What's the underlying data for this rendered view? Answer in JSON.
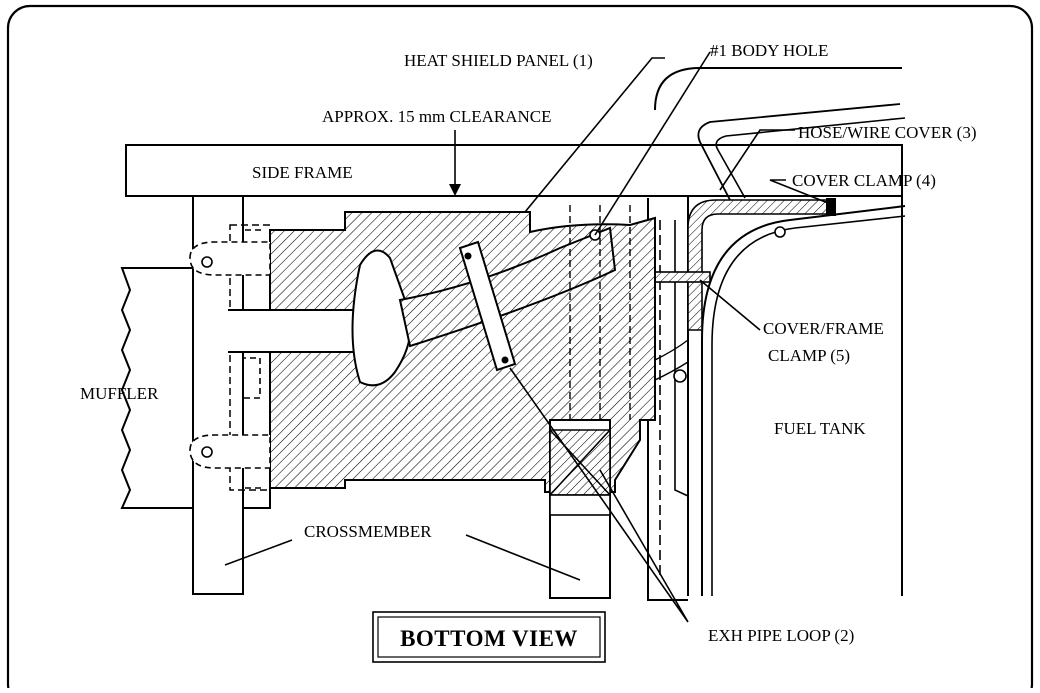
{
  "diagram": {
    "title": "BOTTOM VIEW",
    "labels": {
      "heat_shield_panel": "HEAT SHIELD PANEL (1)",
      "body_hole": "#1 BODY HOLE",
      "clearance": "APPROX. 15 mm CLEARANCE",
      "hose_wire_cover": "HOSE/WIRE COVER (3)",
      "side_frame": "SIDE FRAME",
      "cover_clamp": "COVER CLAMP (4)",
      "cover_frame_clamp_line1": "COVER/FRAME",
      "cover_frame_clamp_line2": "CLAMP (5)",
      "muffler": "MUFFLER",
      "fuel_tank": "FUEL TANK",
      "crossmember": "CROSSMEMBER",
      "exh_pipe_loop": "EXH PIPE  LOOP (2)"
    }
  }
}
